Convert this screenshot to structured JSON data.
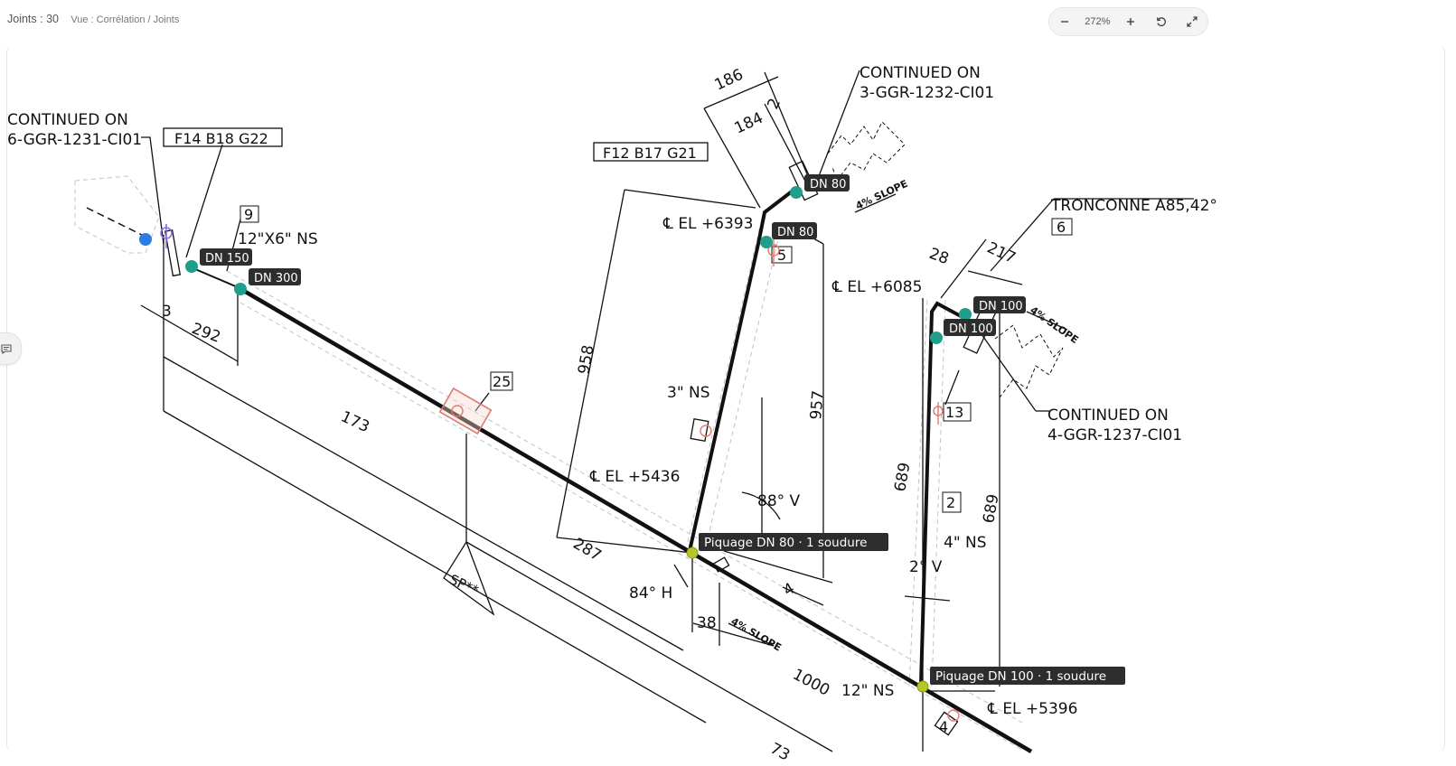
{
  "header": {
    "joint_count": "Joints : 30",
    "view_label": "Vue : Corrélation / Joints"
  },
  "zoom": {
    "minus": "−",
    "level": "272%",
    "plus": "+"
  },
  "icons": {
    "zoom_out": "minus-icon",
    "zoom_in": "plus-icon",
    "reset": "rotate-ccw-icon",
    "fullscreen": "expand-icon",
    "comments": "comment-icon"
  },
  "colors": {
    "joint_marker": "#1f9e8c",
    "piquage_marker": "#b7c62a",
    "label_bg": "#2d2d2d",
    "alert": "#e57a6b",
    "selected": "#2f7ce0",
    "purple": "#8a6ee0"
  },
  "drawing": {
    "continued_left": [
      "CONTINUED ON",
      "6-GGR-1231-CI01"
    ],
    "continued_top": [
      "CONTINUED ON",
      "3-GGR-1232-CI01"
    ],
    "continued_right": [
      "CONTINUED ON",
      "4-GGR-1237-CI01"
    ],
    "box_f14": "F14 B18 G22",
    "box_f12": "F12 B17 G21",
    "tronconne": "TRONCONNE A85,42°",
    "size_12x6": "12\"X6\" NS",
    "size_3ns": "3\" NS",
    "size_4ns": "4\" NS",
    "size_12ns": "12\" NS",
    "angle_88v": "88° V",
    "angle_84h": "84° H",
    "angle_2v": "2° V",
    "el_6393": "℄ EL +6393",
    "el_6085": "℄ EL +6085",
    "el_5436": "℄ EL +5436",
    "el_5396": "℄ EL +5396",
    "slope": "4% SLOPE",
    "sp": "SP**",
    "boxes": [
      "9",
      "25",
      "5",
      "6",
      "13",
      "2",
      "4"
    ],
    "dims": [
      "186",
      "184",
      "2",
      "292",
      "3",
      "173",
      "958",
      "957",
      "28",
      "217",
      "689",
      "689",
      "287",
      "38",
      "4",
      "1000",
      "73"
    ]
  },
  "joint_labels": {
    "dn150": "DN 150",
    "dn300": "DN 300",
    "dn80_a": "DN 80",
    "dn80_b": "DN 80",
    "dn100_a": "DN 100",
    "dn100_b": "DN 100"
  },
  "piquages": {
    "p80": "Piquage DN 80 · 1 soudure",
    "p100": "Piquage DN 100 · 1 soudure"
  }
}
